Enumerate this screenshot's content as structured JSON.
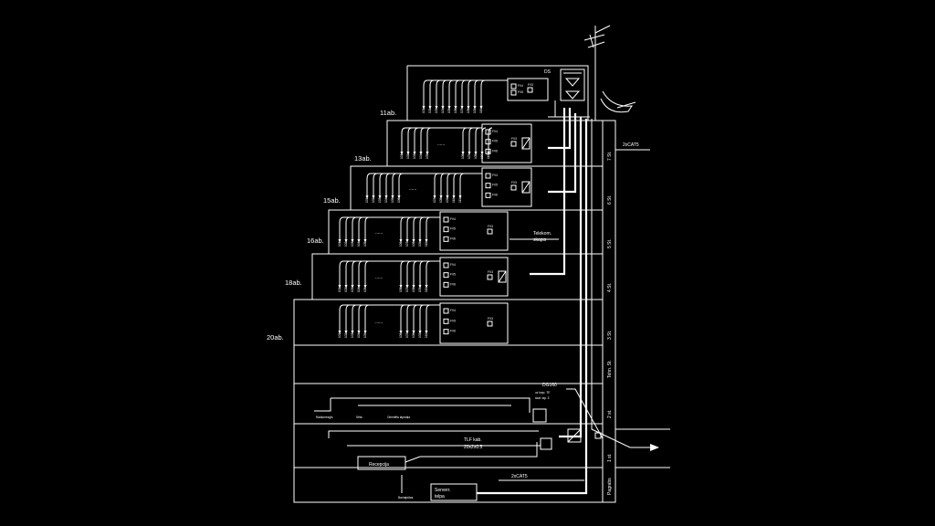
{
  "floors_left": [
    {
      "label": "11ab."
    },
    {
      "label": "13ab."
    },
    {
      "label": "15ab."
    },
    {
      "label": "16ab."
    },
    {
      "label": "18ab."
    },
    {
      "label": "20ab."
    }
  ],
  "stav_labels": [
    "Pagrabs",
    "1 st.",
    "2 st.",
    "Tehn. St.",
    "3 St.",
    "4 St.",
    "5 St.",
    "6 St.",
    "7 St."
  ],
  "splitters": [
    "FV4",
    "FV5",
    "FV6",
    "FV3",
    "FV2",
    "FA1-8",
    "FA1-4",
    "DS",
    "VX22A",
    "VX22B"
  ],
  "cable_labels": {
    "cat5_top": "2xCAT5",
    "cat5_bottom": "2xCAT5",
    "tlf_line1": "TLF kab.",
    "tlf_line2": "20x2x0.5",
    "telekom_line1": "Telekom.",
    "telekom_line2": "skapis",
    "dg_line1": "DG160",
    "dg_line2": "uz korp. \"B\"",
    "dg_line3": "skat. lap. 3"
  },
  "rooms": {
    "recepcija": "Recepcija",
    "server_line1": "Serverr.",
    "server_line2": "telpa",
    "bar": "Bar/atpūtas",
    "radiomezgls": "Radiomezgls",
    "sila": "Sēta",
    "orient": "Orientēts lapmaļa"
  },
  "outlet_codes": [
    "101",
    "102",
    "103",
    "104",
    "105",
    "106",
    "107",
    "108",
    "109",
    "110",
    "111",
    "112"
  ],
  "dots": "......"
}
